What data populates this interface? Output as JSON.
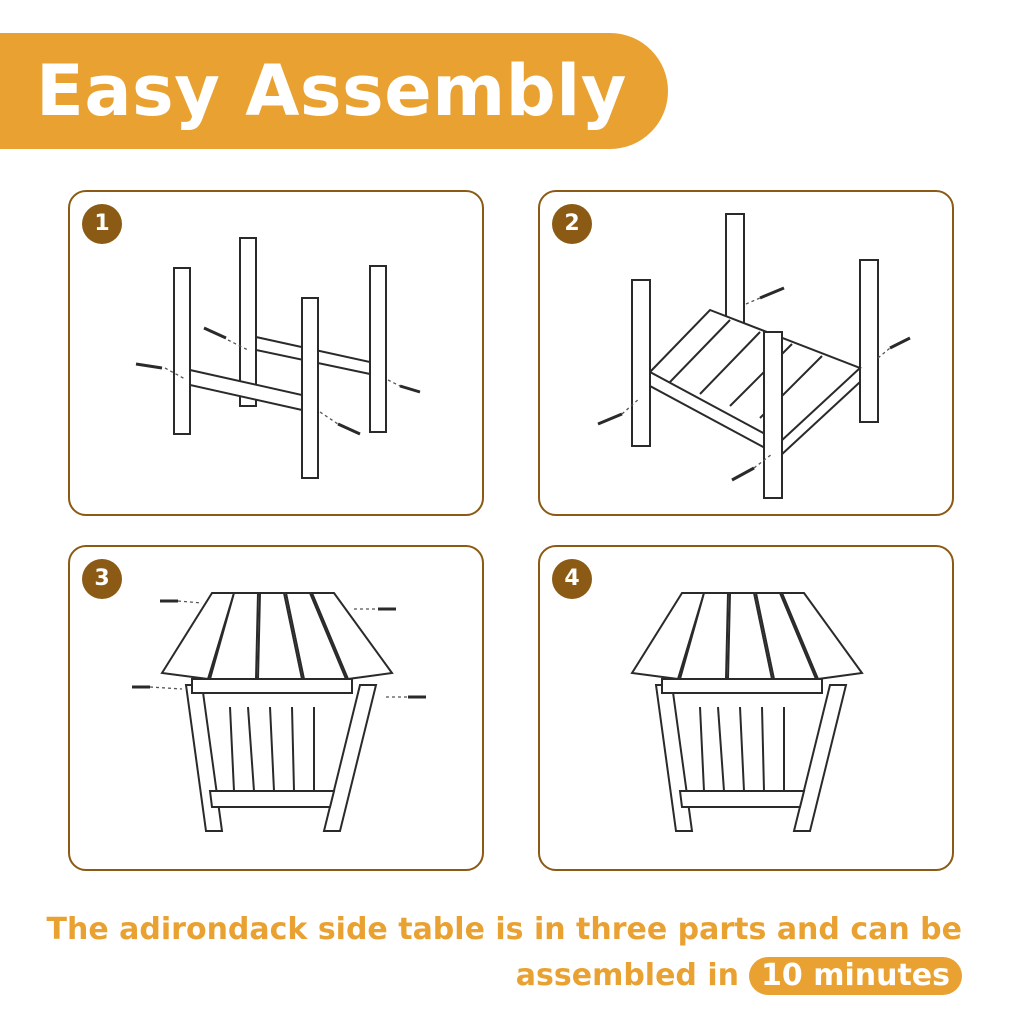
{
  "banner": {
    "title": "Easy Assembly"
  },
  "steps": [
    {
      "number": "1"
    },
    {
      "number": "2"
    },
    {
      "number": "3"
    },
    {
      "number": "4"
    }
  ],
  "caption": {
    "line1": "The adirondack side table is in three parts and can be",
    "line2_prefix": "assembled in",
    "line2_highlight": "10 minutes"
  },
  "colors": {
    "accent": "#E9A232",
    "panel_border": "#8B5A14",
    "badge": "#8B5A14"
  }
}
